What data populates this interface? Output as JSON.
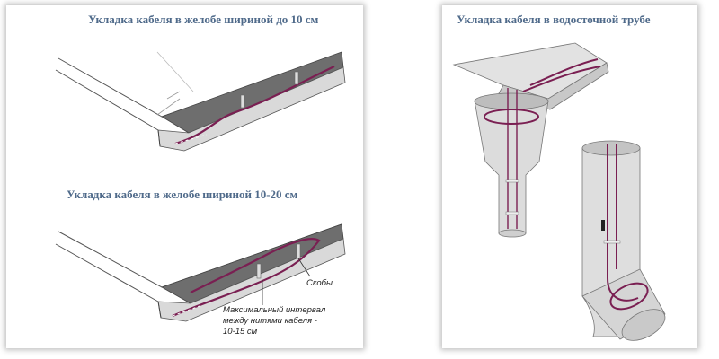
{
  "left": {
    "title_top": "Укладка кабеля в желобе шириной до 10 см",
    "title_bottom": "Укладка кабеля в желобе шириной 10-20 см",
    "label_clips": "Скобы",
    "label_interval_1": "Максимальный интервал",
    "label_interval_2": "между нитями кабеля -",
    "label_interval_3": "10-15 см"
  },
  "right": {
    "title": "Укладка кабеля в водосточной трубе"
  },
  "colors": {
    "cable": "#7a1f52",
    "title": "#4f6a8a",
    "gutter_dark": "#6e6e6e",
    "gutter_light": "#d9d9d9"
  }
}
